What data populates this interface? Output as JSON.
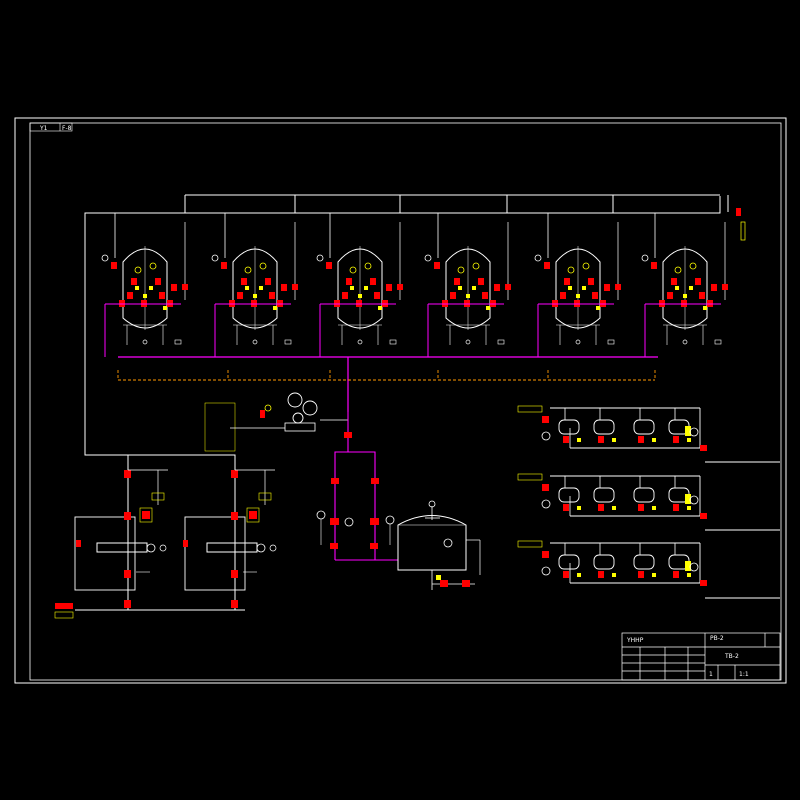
{
  "drawing": {
    "corner_tag": "Y1",
    "corner_tag2": "F-8",
    "title_block": {
      "company": "YHHP",
      "project": "PB-2",
      "drawing_title": "TB-2",
      "sheet_no": "1",
      "scale": "1:1"
    }
  },
  "colors": {
    "background": "#000000",
    "frame": "#ffffff",
    "pipe": "#ffffff",
    "header_pipe": "#ff00ff",
    "return_line": "#ff9900",
    "valve": "#ff0000",
    "instrument": "#ffff00",
    "text": "#ffff00"
  }
}
